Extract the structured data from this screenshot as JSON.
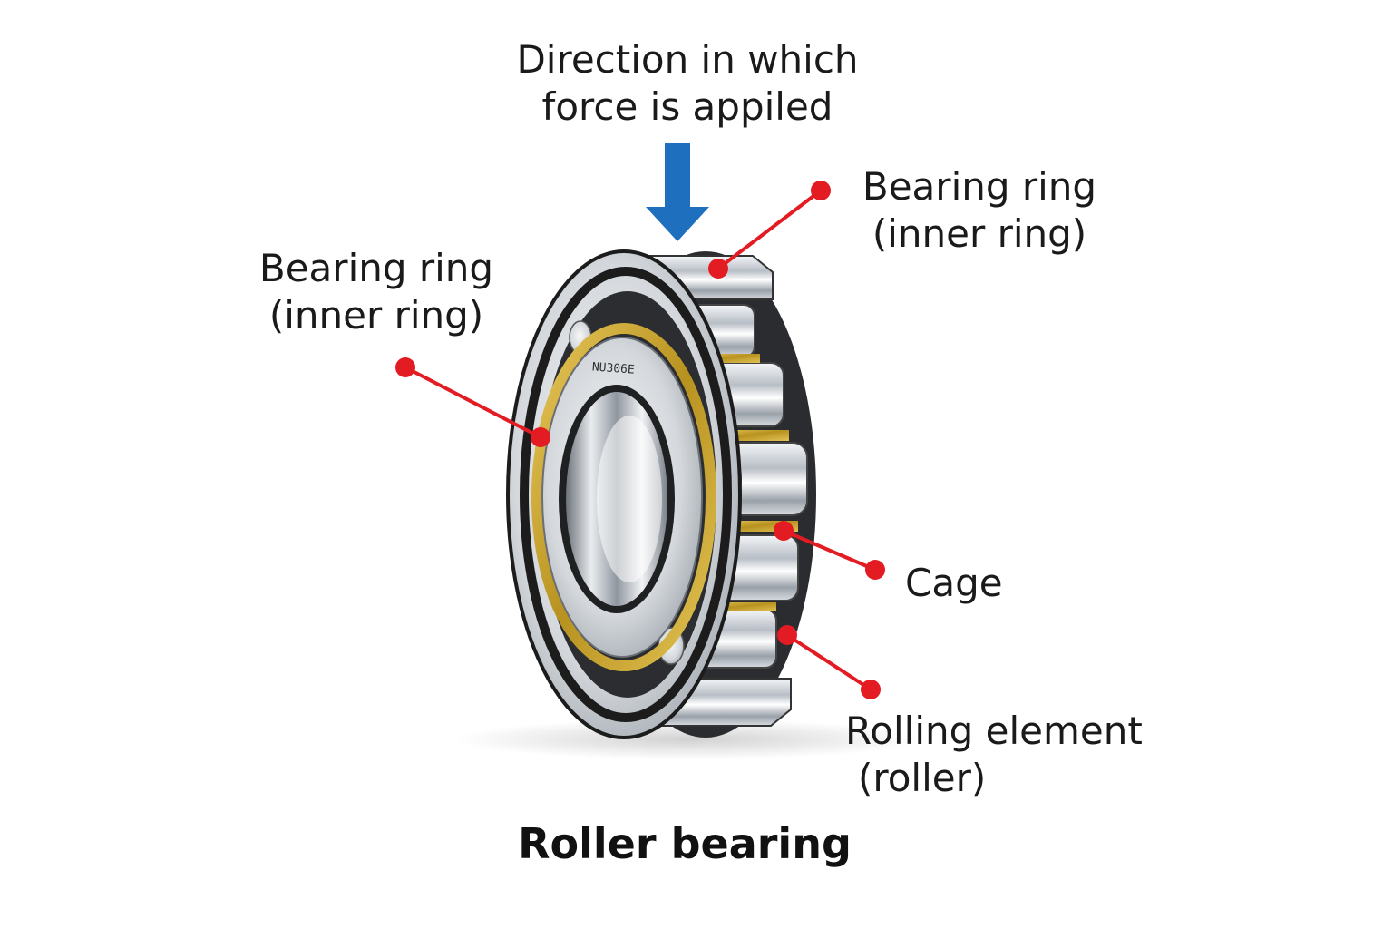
{
  "labels": {
    "force": {
      "line1": "Direction in which",
      "line2": "force is appiled"
    },
    "ring_right": {
      "line1": "Bearing ring",
      "line2": "(inner ring)"
    },
    "ring_left": {
      "line1": "Bearing ring",
      "line2": "(inner ring)"
    },
    "cage": {
      "line1": "Cage"
    },
    "roller": {
      "line1": "Rolling element",
      "line2": "(roller)"
    }
  },
  "caption": "Roller bearing",
  "engraving": "NU306E",
  "colors": {
    "arrow": "#1f6fbf",
    "leader": "#e31b23",
    "cage": "#c9a227",
    "steel": "#c8ccd2",
    "outline": "#1c1c1c"
  }
}
